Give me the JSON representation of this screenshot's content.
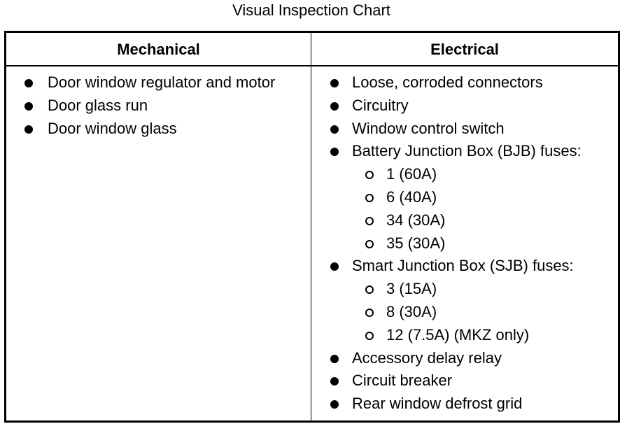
{
  "title": "Visual Inspection Chart",
  "columns": {
    "mechanical": {
      "header": "Mechanical",
      "items": [
        "Door window regulator and motor",
        "Door glass run",
        "Door window glass"
      ]
    },
    "electrical": {
      "header": "Electrical",
      "items": [
        {
          "text": "Loose, corroded connectors",
          "level": 1
        },
        {
          "text": "Circuitry",
          "level": 1
        },
        {
          "text": "Window control switch",
          "level": 1
        },
        {
          "text": "Battery Junction Box (BJB) fuses:",
          "level": 1
        },
        {
          "text": "1 (60A)",
          "level": 2
        },
        {
          "text": "6 (40A)",
          "level": 2
        },
        {
          "text": "34 (30A)",
          "level": 2
        },
        {
          "text": "35 (30A)",
          "level": 2
        },
        {
          "text": "Smart Junction Box (SJB) fuses:",
          "level": 1
        },
        {
          "text": "3 (15A)",
          "level": 2
        },
        {
          "text": "8 (30A)",
          "level": 2
        },
        {
          "text": "12 (7.5A) (MKZ only)",
          "level": 2
        },
        {
          "text": "Accessory delay relay",
          "level": 1
        },
        {
          "text": "Circuit breaker",
          "level": 1
        },
        {
          "text": "Rear window defrost grid",
          "level": 1
        }
      ]
    }
  },
  "icons": {
    "level1_bullet": "filled-circle-bullet-icon",
    "level2_bullet": "hollow-circle-bullet-icon"
  }
}
